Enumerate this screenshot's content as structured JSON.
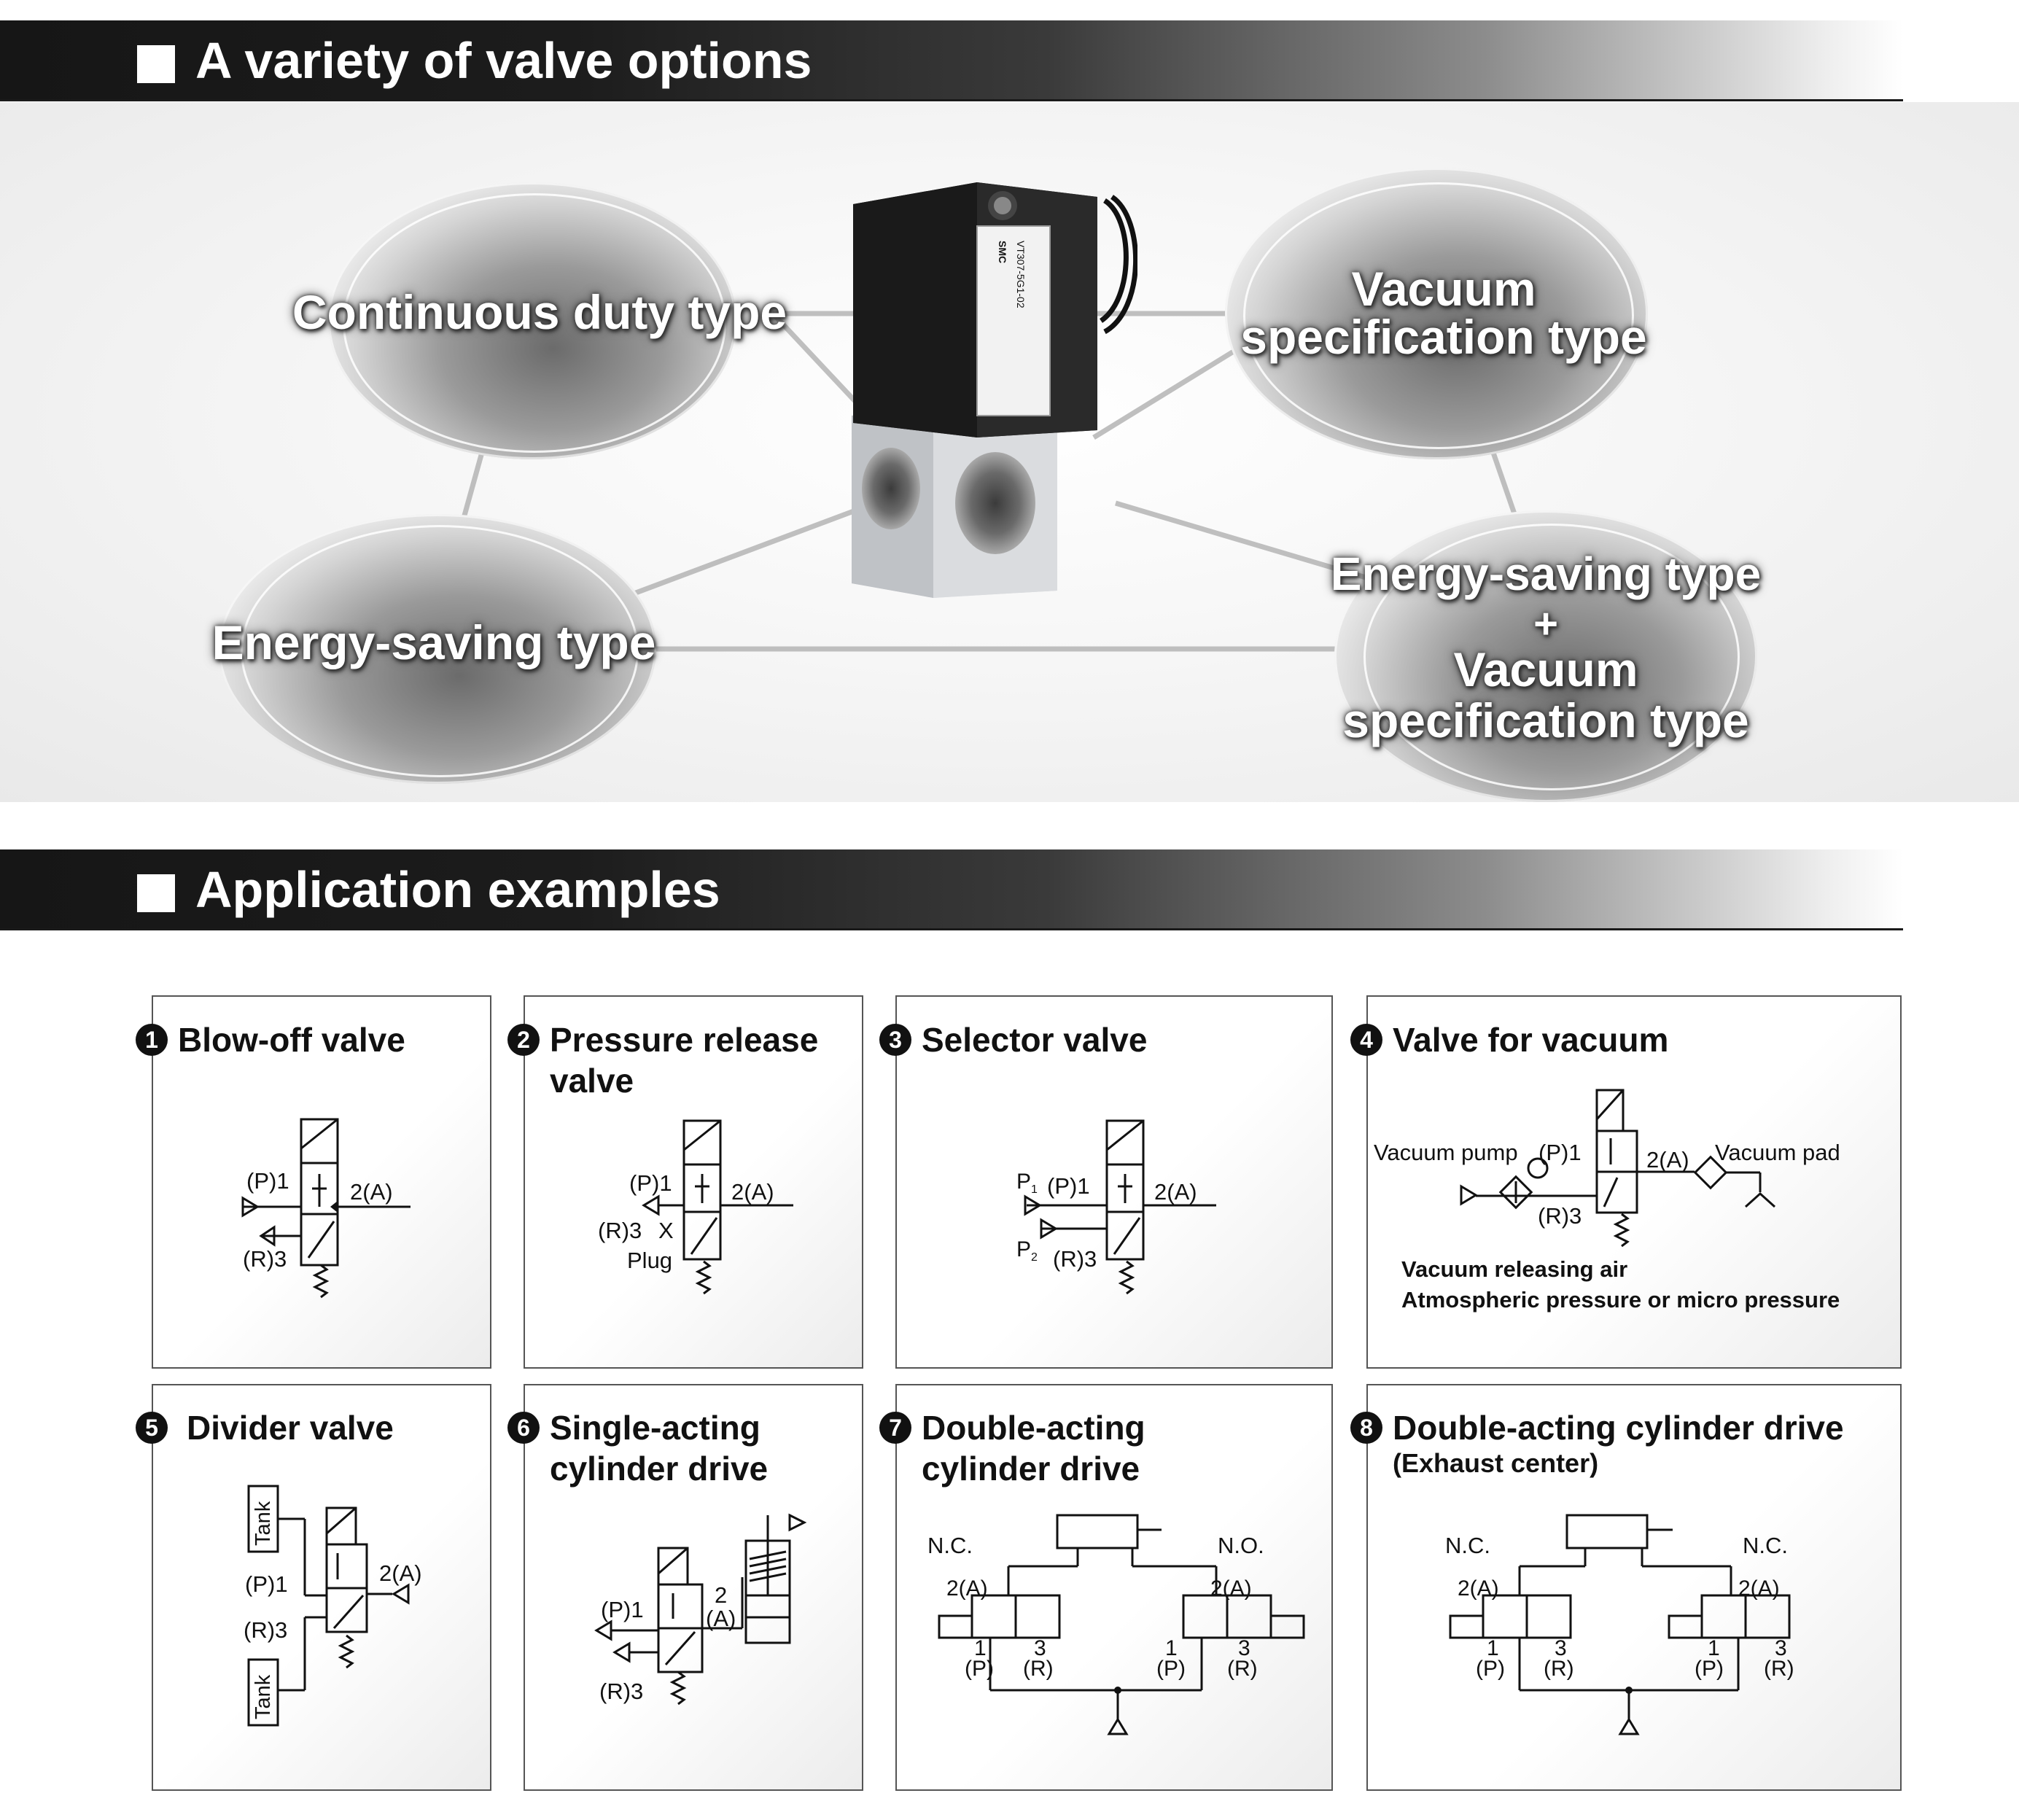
{
  "sections": {
    "variety_title": "A variety of valve options",
    "application_title": "Application examples"
  },
  "valve_options": {
    "continuous": "Continuous duty type",
    "vacuum_line1": "Vacuum",
    "vacuum_line2": "specification type",
    "energy": "Energy-saving type",
    "combo_line1": "Energy-saving type",
    "combo_plus": "+",
    "combo_line2": "Vacuum",
    "combo_line3": "specification type"
  },
  "product_marking": {
    "model": "VT307-5G1-02",
    "brand": "SMC"
  },
  "examples": [
    {
      "num": "1",
      "title_lines": [
        "Blow-off valve"
      ]
    },
    {
      "num": "2",
      "title_lines": [
        "Pressure release",
        "valve"
      ]
    },
    {
      "num": "3",
      "title_lines": [
        "Selector valve"
      ]
    },
    {
      "num": "4",
      "title_lines": [
        "Valve for vacuum"
      ]
    },
    {
      "num": "5",
      "title_lines": [
        "Divider valve"
      ]
    },
    {
      "num": "6",
      "title_lines": [
        "Single-acting",
        "cylinder drive"
      ]
    },
    {
      "num": "7",
      "title_lines": [
        "Double-acting",
        "cylinder drive"
      ]
    },
    {
      "num": "8",
      "title_lines": [
        "Double-acting cylinder drive"
      ],
      "subtitle": "(Exhaust center)"
    }
  ],
  "ports": {
    "p1": "(P)1",
    "a2": "2(A)",
    "r3": "(R)3",
    "x": "X",
    "plug": "Plug",
    "p1_sub": "P",
    "p1_idx": "1",
    "p2_sub": "P",
    "p2_idx": "2",
    "vacuum_pump": "Vacuum pump",
    "vacuum_pad": "Vacuum pad",
    "tank": "Tank",
    "two": "2",
    "a_paren": "(A)",
    "nc": "N.C.",
    "no": "N.O.",
    "one": "1",
    "three": "3",
    "p_paren": "(P)",
    "r_paren": "(R)"
  },
  "vacuum_notes": {
    "line1": "Vacuum releasing air",
    "line2": "Atmospheric pressure or micro pressure"
  }
}
